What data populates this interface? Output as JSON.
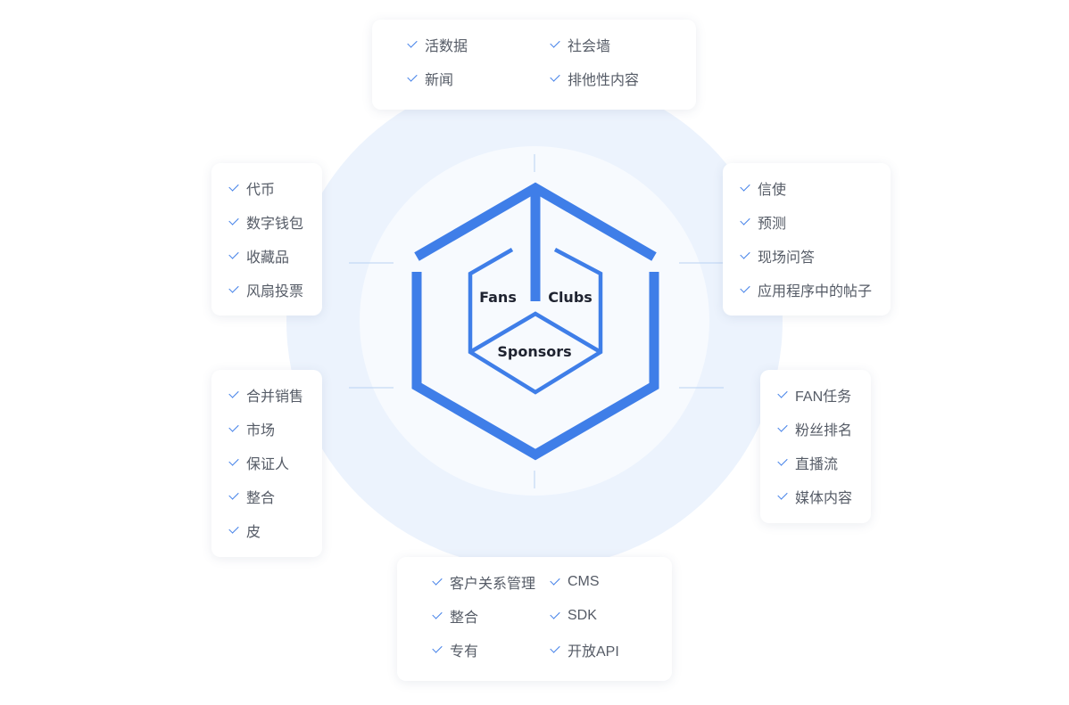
{
  "colors": {
    "accent": "#3f7ee8",
    "outer_ring": "#ecf3fd",
    "inner_ring": "#f7fafe",
    "connector": "#b9d3f3",
    "text": "#555b66",
    "hub_text": "#1f2330"
  },
  "icons": {
    "item_marker": "check-icon"
  },
  "hub": {
    "fans": "Fans",
    "clubs": "Clubs",
    "sponsors": "Sponsors"
  },
  "groups": {
    "top": [
      "活数据",
      "新闻",
      "社会墙",
      "排他性内容"
    ],
    "left_top": [
      "代币",
      "数字钱包",
      "收藏品",
      "风扇投票"
    ],
    "left_bottom": [
      "合并销售",
      "市场",
      "保证人",
      "整合",
      "皮"
    ],
    "right_top": [
      "信使",
      "预测",
      "现场问答",
      "应用程序中的帖子"
    ],
    "right_bottom": [
      "FAN任务",
      "粉丝排名",
      "直播流",
      "媒体内容"
    ],
    "bottom": [
      "客户关系管理",
      "整合",
      "专有",
      "CMS",
      "SDK",
      "开放API"
    ]
  }
}
